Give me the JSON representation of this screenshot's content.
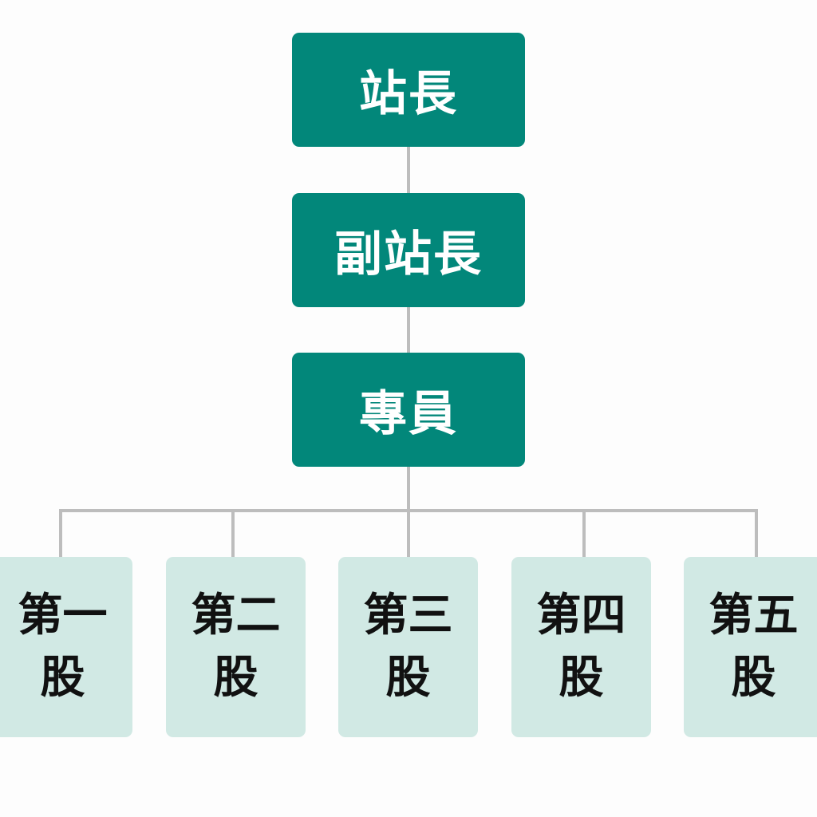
{
  "colors": {
    "top_box_fill": "#02877a",
    "top_box_text": "#ffffff",
    "unit_box_fill": "#d1e9e4",
    "unit_box_text": "#111111",
    "connector": "#bdbdbd",
    "background": "#fdfdfd"
  },
  "hierarchy": {
    "station_chief": "站長",
    "deputy_chief": "副站長",
    "specialist": "專員"
  },
  "units": [
    {
      "line1": "第一",
      "line2": "股"
    },
    {
      "line1": "第二",
      "line2": "股"
    },
    {
      "line1": "第三",
      "line2": "股"
    },
    {
      "line1": "第四",
      "line2": "股"
    },
    {
      "line1": "第五",
      "line2": "股"
    }
  ]
}
